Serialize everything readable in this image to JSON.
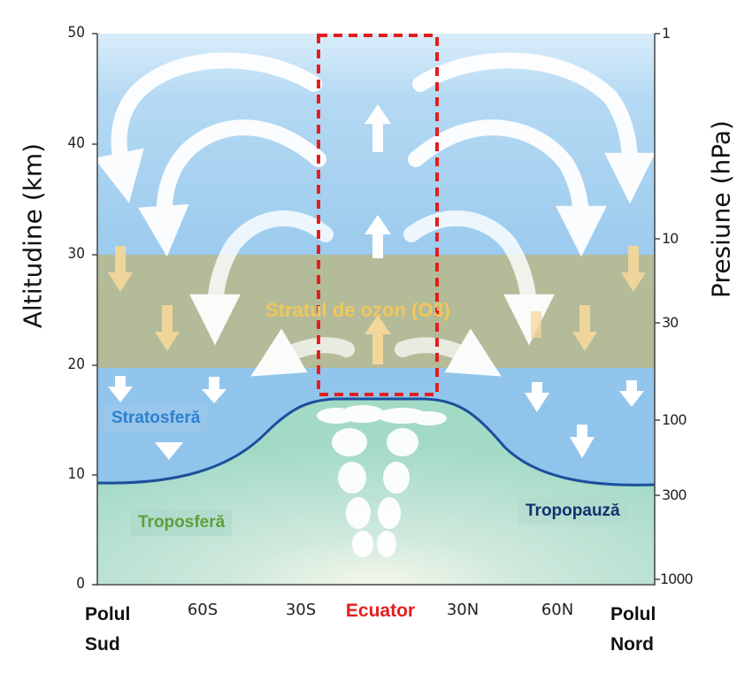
{
  "axes": {
    "left_title": "Altitudine (km)",
    "right_title": "Presiune (hPa)",
    "left_ticks": [
      "50",
      "40",
      "30",
      "20",
      "10",
      "0"
    ],
    "right_ticks": [
      "1",
      "10",
      "30",
      "100",
      "300",
      "1000"
    ],
    "x_ticks": [
      "60S",
      "30S",
      "30N",
      "60N"
    ]
  },
  "poles": {
    "south_line1": "Polul",
    "south_line2": "Sud",
    "north_line1": "Polul",
    "north_line2": "Nord"
  },
  "labels": {
    "equator": "Ecuator",
    "ozone_layer": "Stratul de ozon (O3)",
    "stratosphere": "Stratosferă",
    "troposphere": "Troposferă",
    "tropopause": "Tropopauză"
  },
  "colors": {
    "stratosphere_sky": "#8fc3ec",
    "troposphere_fill": "#a8dcc9",
    "tropopause_line": "#1b4f9c",
    "ozone_band": "#bcb98c",
    "equator_box": "#e41e1e",
    "ozone_text": "#f3c65b"
  }
}
